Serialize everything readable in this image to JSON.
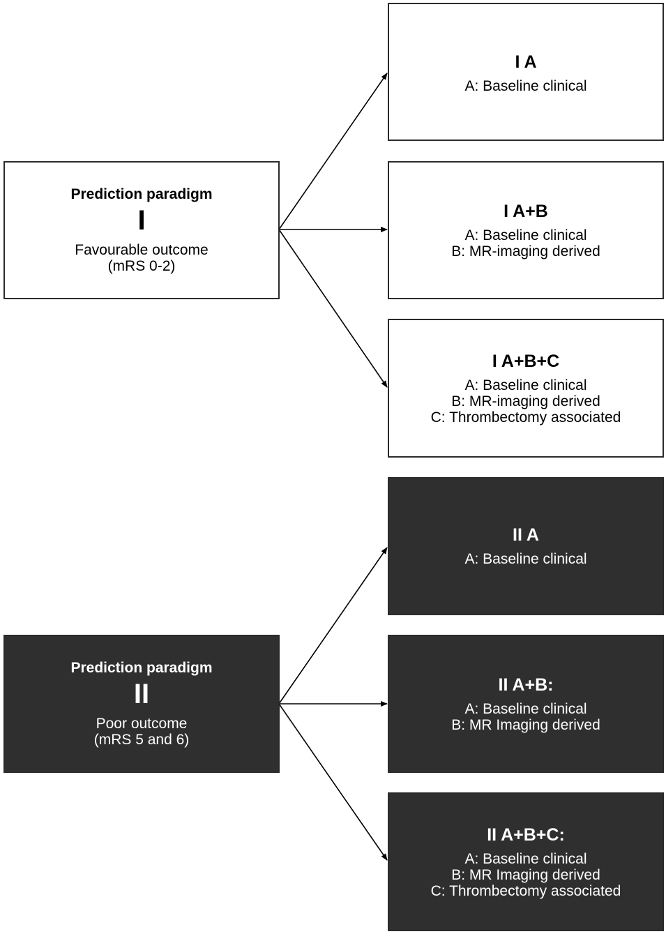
{
  "paradigm_1": {
    "heading": "Prediction paradigm",
    "roman": "I",
    "outcome_line1": "Favourable outcome",
    "outcome_line2": "(mRS 0-2)",
    "models": [
      {
        "title": "I A",
        "lines": [
          "A: Baseline clinical"
        ]
      },
      {
        "title": "I A+B",
        "lines": [
          "A: Baseline clinical",
          "B: MR-imaging derived"
        ]
      },
      {
        "title": "I A+B+C",
        "lines": [
          "A: Baseline clinical",
          "B: MR-imaging derived",
          "C: Thrombectomy associated"
        ]
      }
    ]
  },
  "paradigm_2": {
    "heading": "Prediction paradigm",
    "roman": "II",
    "outcome_line1": "Poor outcome",
    "outcome_line2": "(mRS 5 and 6)",
    "models": [
      {
        "title": "II A",
        "lines": [
          "A: Baseline clinical"
        ]
      },
      {
        "title": "II A+B:",
        "lines": [
          "A: Baseline clinical",
          "B: MR Imaging derived"
        ]
      },
      {
        "title": "II A+B+C:",
        "lines": [
          "A: Baseline clinical",
          "B: MR Imaging derived",
          "C: Thrombectomy associated"
        ]
      }
    ]
  },
  "colors": {
    "dark_fill": "#2f2f2f",
    "border": "#2b2b2b",
    "light_fill": "#ffffff"
  }
}
